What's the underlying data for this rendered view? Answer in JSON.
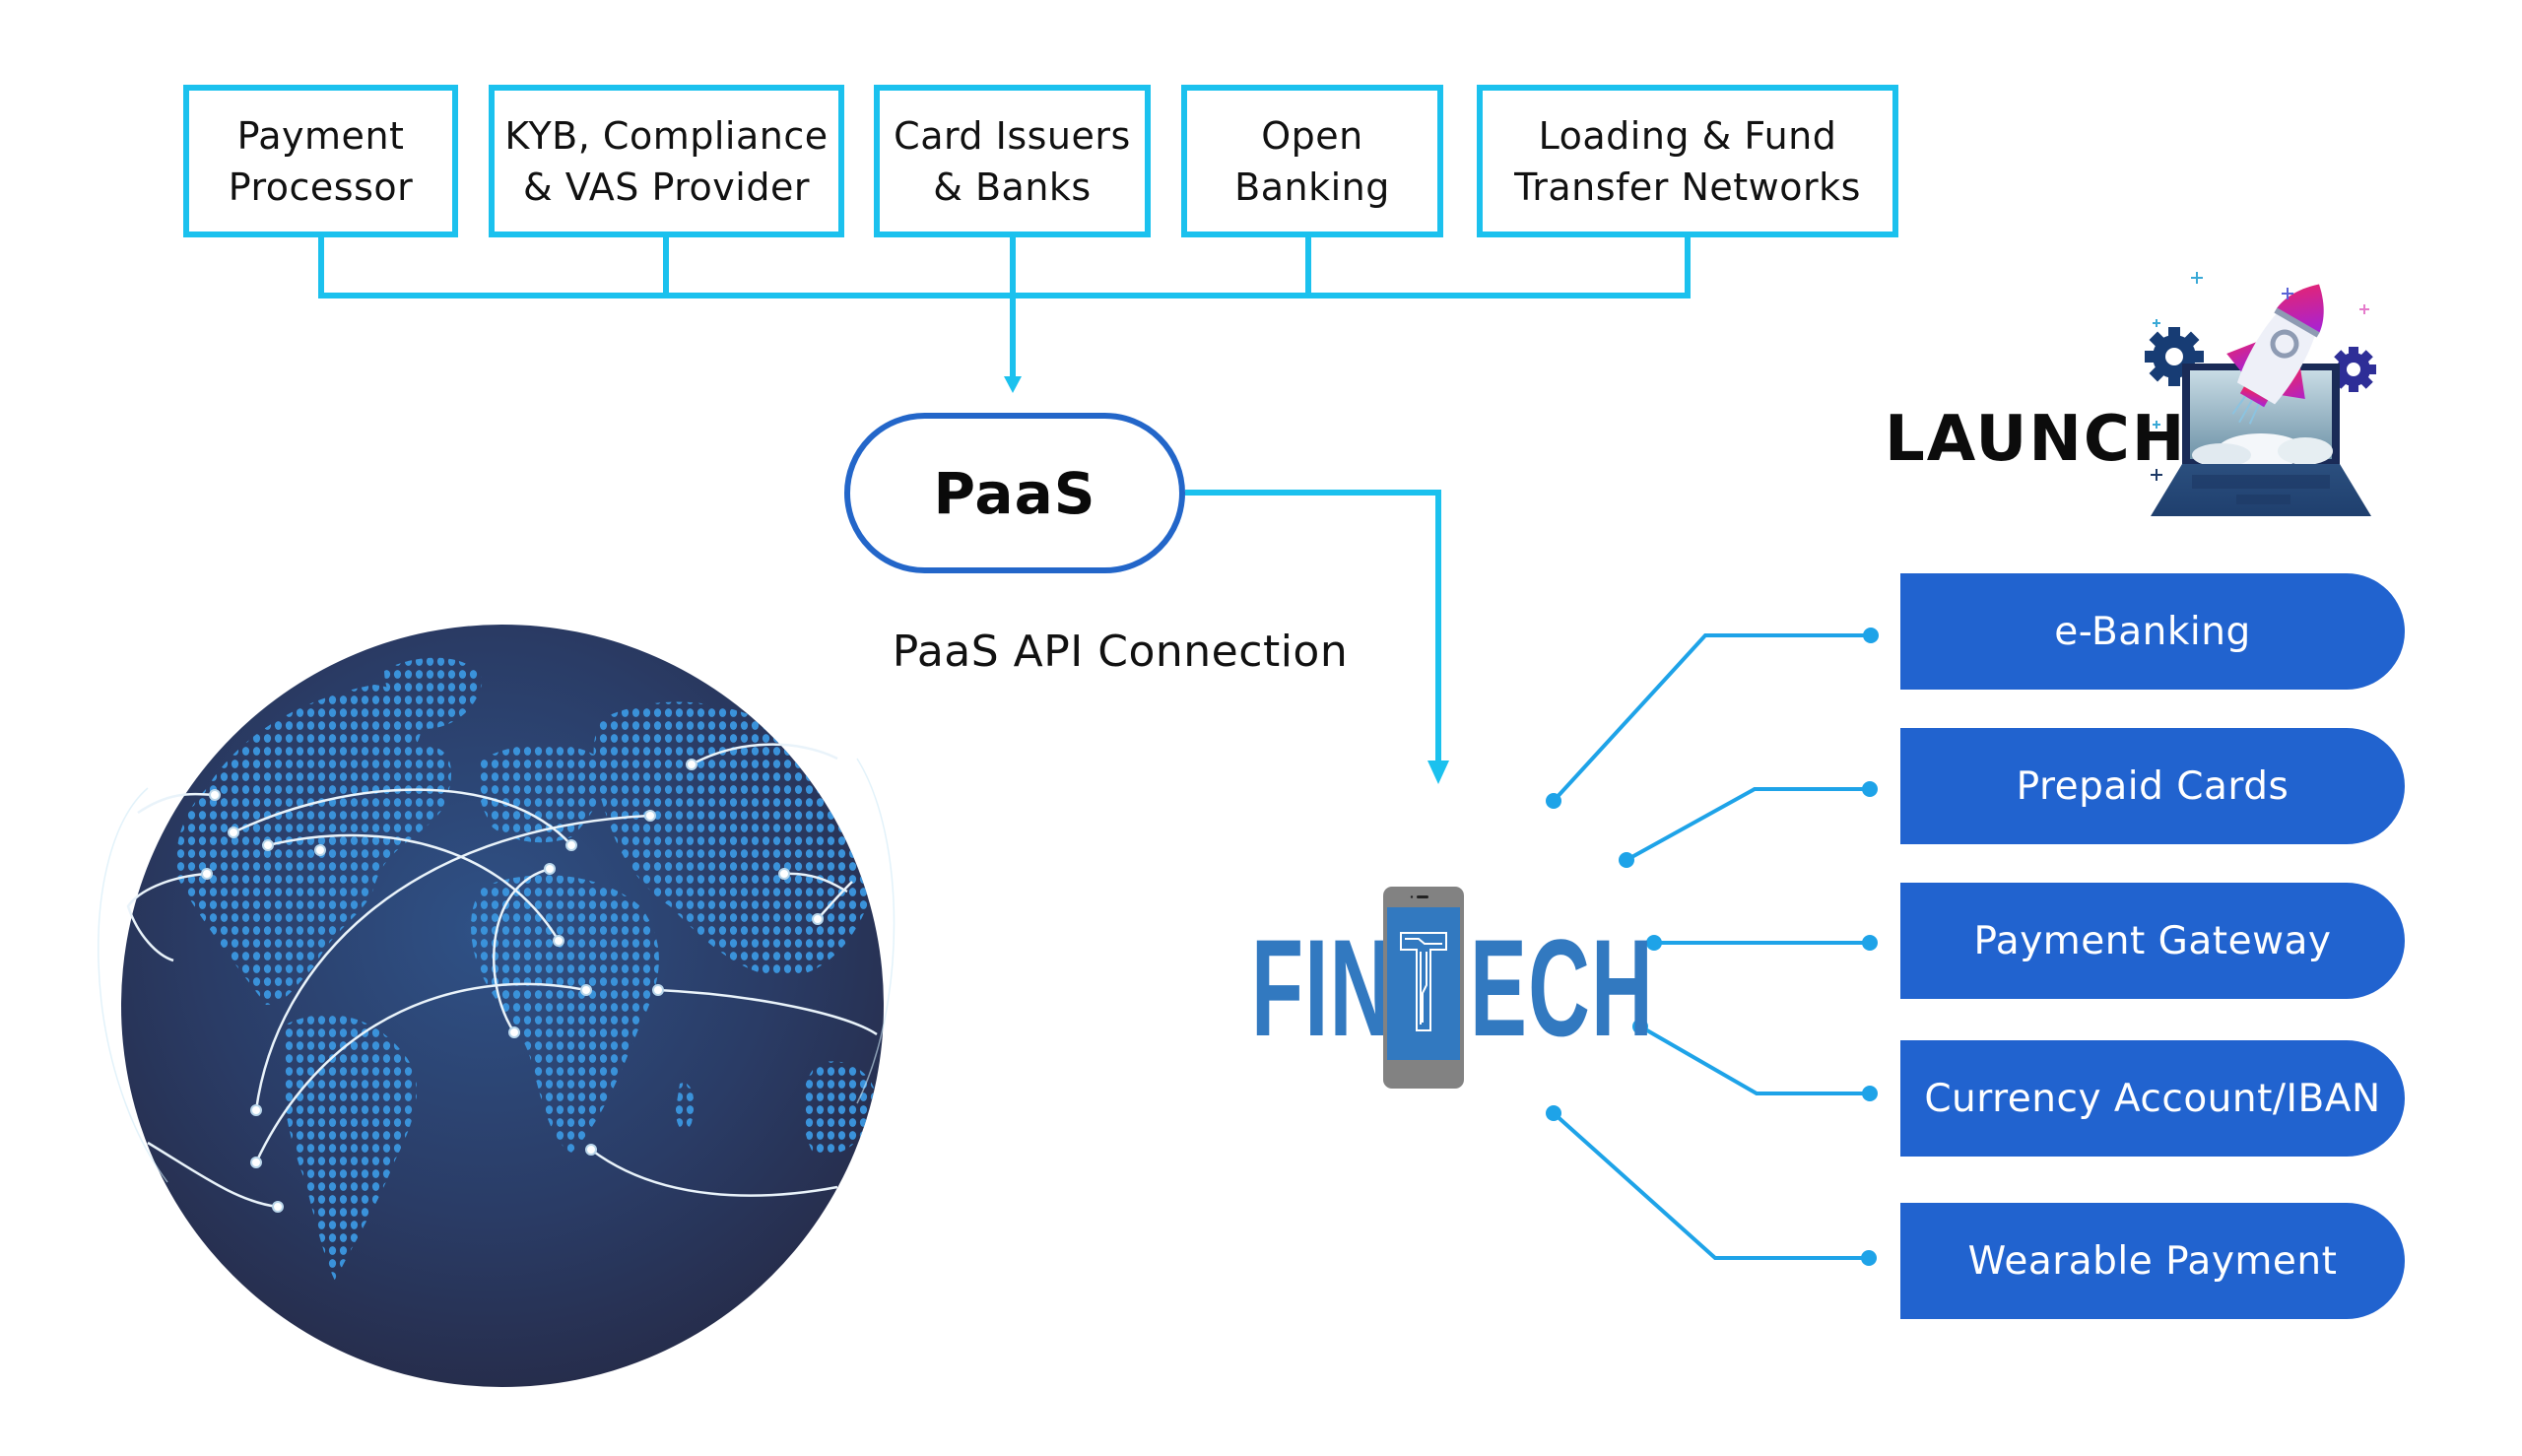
{
  "sources": [
    {
      "lines": [
        "Payment",
        "Processor"
      ]
    },
    {
      "lines": [
        "KYB, Compliance",
        "& VAS Provider"
      ]
    },
    {
      "lines": [
        "Card Issuers",
        "& Banks"
      ]
    },
    {
      "lines": [
        "Open",
        "Banking"
      ]
    },
    {
      "lines": [
        "Loading & Fund",
        "Transfer Networks"
      ]
    }
  ],
  "paas": {
    "label": "PaaS",
    "connection_label": "PaaS API Connection"
  },
  "launch": {
    "label": "LAUNCH",
    "illustration": "rocket-launch-laptop-icon"
  },
  "fintech": {
    "left": "FIN",
    "middle": "T",
    "right": "ECH",
    "logo": "smartphone-icon"
  },
  "services": [
    {
      "label": "e-Banking"
    },
    {
      "label": "Prepaid Cards"
    },
    {
      "label": "Payment Gateway"
    },
    {
      "label": "Currency Account/IBAN"
    },
    {
      "label": "Wearable Payment"
    }
  ],
  "globe": {
    "illustration": "world-globe-network-icon"
  },
  "colors": {
    "connector": "#1BC1EE",
    "paas_border": "#2366C9",
    "service_fill": "#2163CF",
    "fintech_blue": "#3279C0",
    "globe_dark": "#283456",
    "globe_dots": "#3A92DA"
  }
}
